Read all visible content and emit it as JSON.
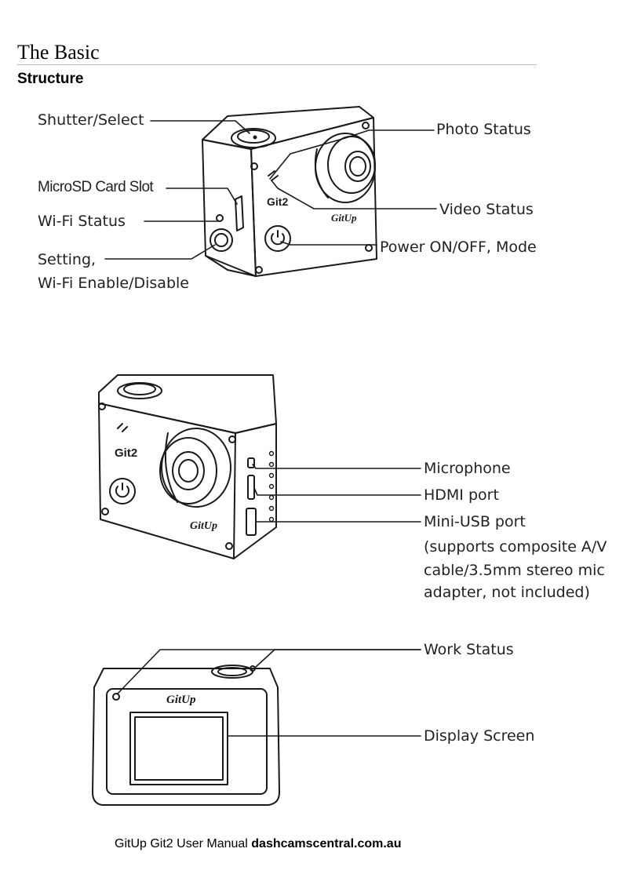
{
  "page": {
    "title": "The Basic",
    "subtitle": "Structure"
  },
  "diagram1": {
    "labels": {
      "shutter_select": "Shutter/Select",
      "microsd_slot": "MicroSD Card Slot",
      "wifi_status": "Wi-Fi Status",
      "setting_line1": "Setting,",
      "setting_line2": "Wi-Fi Enable/Disable",
      "photo_status": "Photo Status",
      "video_status": "Video Status",
      "power_mode": "Power ON/OFF, Mode"
    },
    "camera_brand": "Git2",
    "logo": "GitUp"
  },
  "diagram2": {
    "labels": {
      "microphone": "Microphone",
      "hdmi_port": "HDMI port",
      "mini_usb_line1": "Mini-USB port",
      "mini_usb_line2": "(supports composite A/V",
      "mini_usb_line3": "cable/3.5mm stereo mic",
      "mini_usb_line4": "adapter, not included)"
    },
    "camera_brand": "Git2",
    "logo": "GitUp"
  },
  "diagram3": {
    "labels": {
      "work_status": "Work Status",
      "display_screen": "Display Screen"
    },
    "logo": "GitUp"
  },
  "footer": {
    "text": "GitUp Git2 User Manual ",
    "site": "dashcamscentral.com.au"
  }
}
